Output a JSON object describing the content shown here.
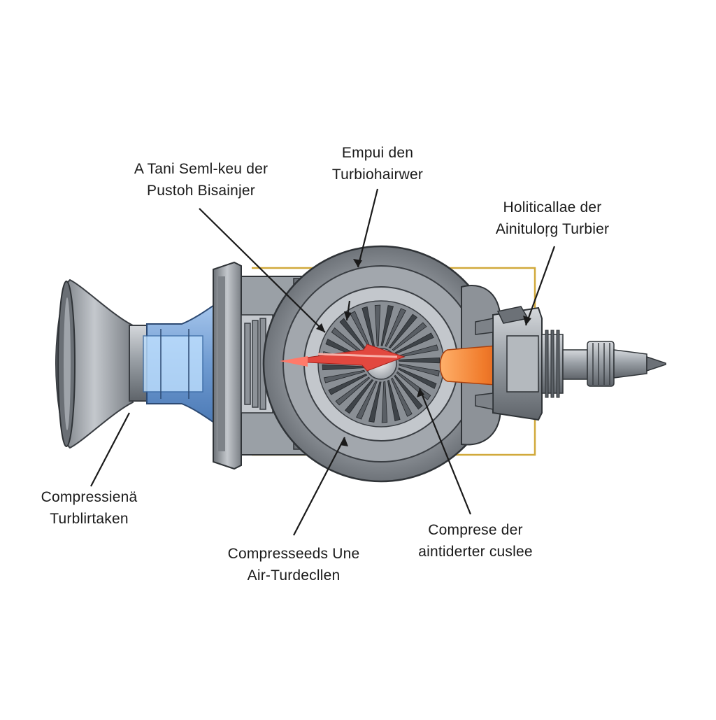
{
  "labels": {
    "top_left": {
      "line1": "A Tani Seml-keu der",
      "line2": "Pustoh Bisainjer"
    },
    "top_center": {
      "line1": "Empui den",
      "line2": "Turbiohairwer"
    },
    "top_right": {
      "line1": "Holiticallae der",
      "line2": "Ainituloŗg Turbier"
    },
    "bottom_left": {
      "line1": "Compressienä",
      "line2": "Turblirtaken"
    },
    "bottom_center": {
      "line1": "Compresseeds Une",
      "line2": "Air-Turdecllen"
    },
    "bottom_right": {
      "line1": "Comprese der",
      "line2": "aintiderter cuslee"
    }
  },
  "colors": {
    "background": "#ffffff",
    "casing": "#8f949a",
    "casing_dark": "#5b6066",
    "casing_light": "#c9cdd2",
    "intake_blue": "#7ea6d6",
    "flow_red": "#e2483f",
    "exhaust_orange": "#f07a2a",
    "frame_gold": "#d1a93b",
    "leader_line": "#1a1a1a"
  },
  "icons": [
    "turbine-wheel-icon",
    "flow-arrow-icon"
  ]
}
